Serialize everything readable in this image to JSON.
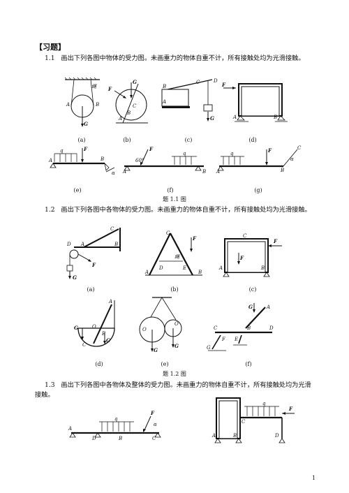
{
  "section_title": "【习题】",
  "problems": [
    {
      "number": "1.1",
      "text": "画出下列各图中物体的受力图。未画重力的物体自重不计，所有接触处均为光滑接触。"
    },
    {
      "number": "1.2",
      "text": "画出下列各图中各物体的受力图。未画重力的物体自重不计，所有接触处均为光滑接触。"
    },
    {
      "number": "1.3",
      "text": "画出下列各图中各物体及整体的受力图。未画重力的物体自重不计，所有接触处均为光滑接触。"
    }
  ],
  "fig1_1": {
    "sublabels": [
      "(a)",
      "(b)",
      "(c)",
      "(d)",
      "(e)",
      "(f)",
      "(g)"
    ],
    "caption": "题 1.1 图"
  },
  "fig1_2": {
    "sublabels": [
      "(a)",
      "(b)",
      "(c)",
      "(d)",
      "(e)",
      "(f)"
    ],
    "caption": "题 1.2 图"
  },
  "page_number": "1"
}
